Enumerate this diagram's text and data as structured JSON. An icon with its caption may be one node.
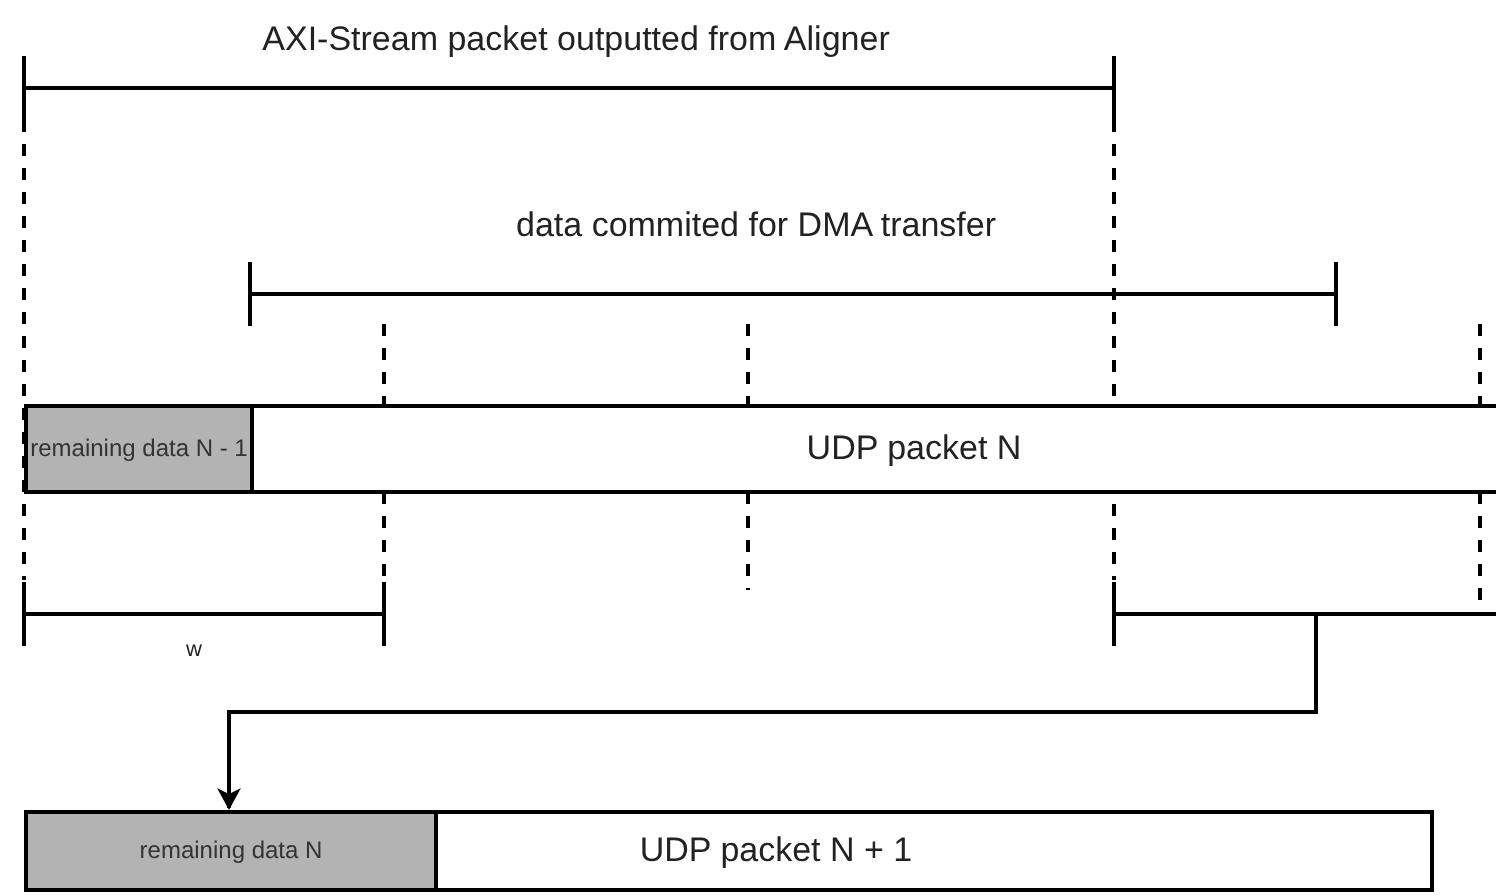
{
  "diagram": {
    "nodes": [
      {
        "text": [
          "UDP packet N"
        ]
      },
      {
        "text": [
          "remaining data N - 1"
        ],
        "in": 0
      },
      {
        "text": [
          "UDP packet N + 1"
        ]
      },
      {
        "text": [
          "remaining data N"
        ],
        "in": 2
      }
    ],
    "edges": [
      {
        "from": null,
        "to": 3,
        "arrow": "to"
      }
    ],
    "labels": [
      "AXI-Stream packet outputted from Aligner",
      "data commited for DMA transfer",
      "w"
    ]
  }
}
